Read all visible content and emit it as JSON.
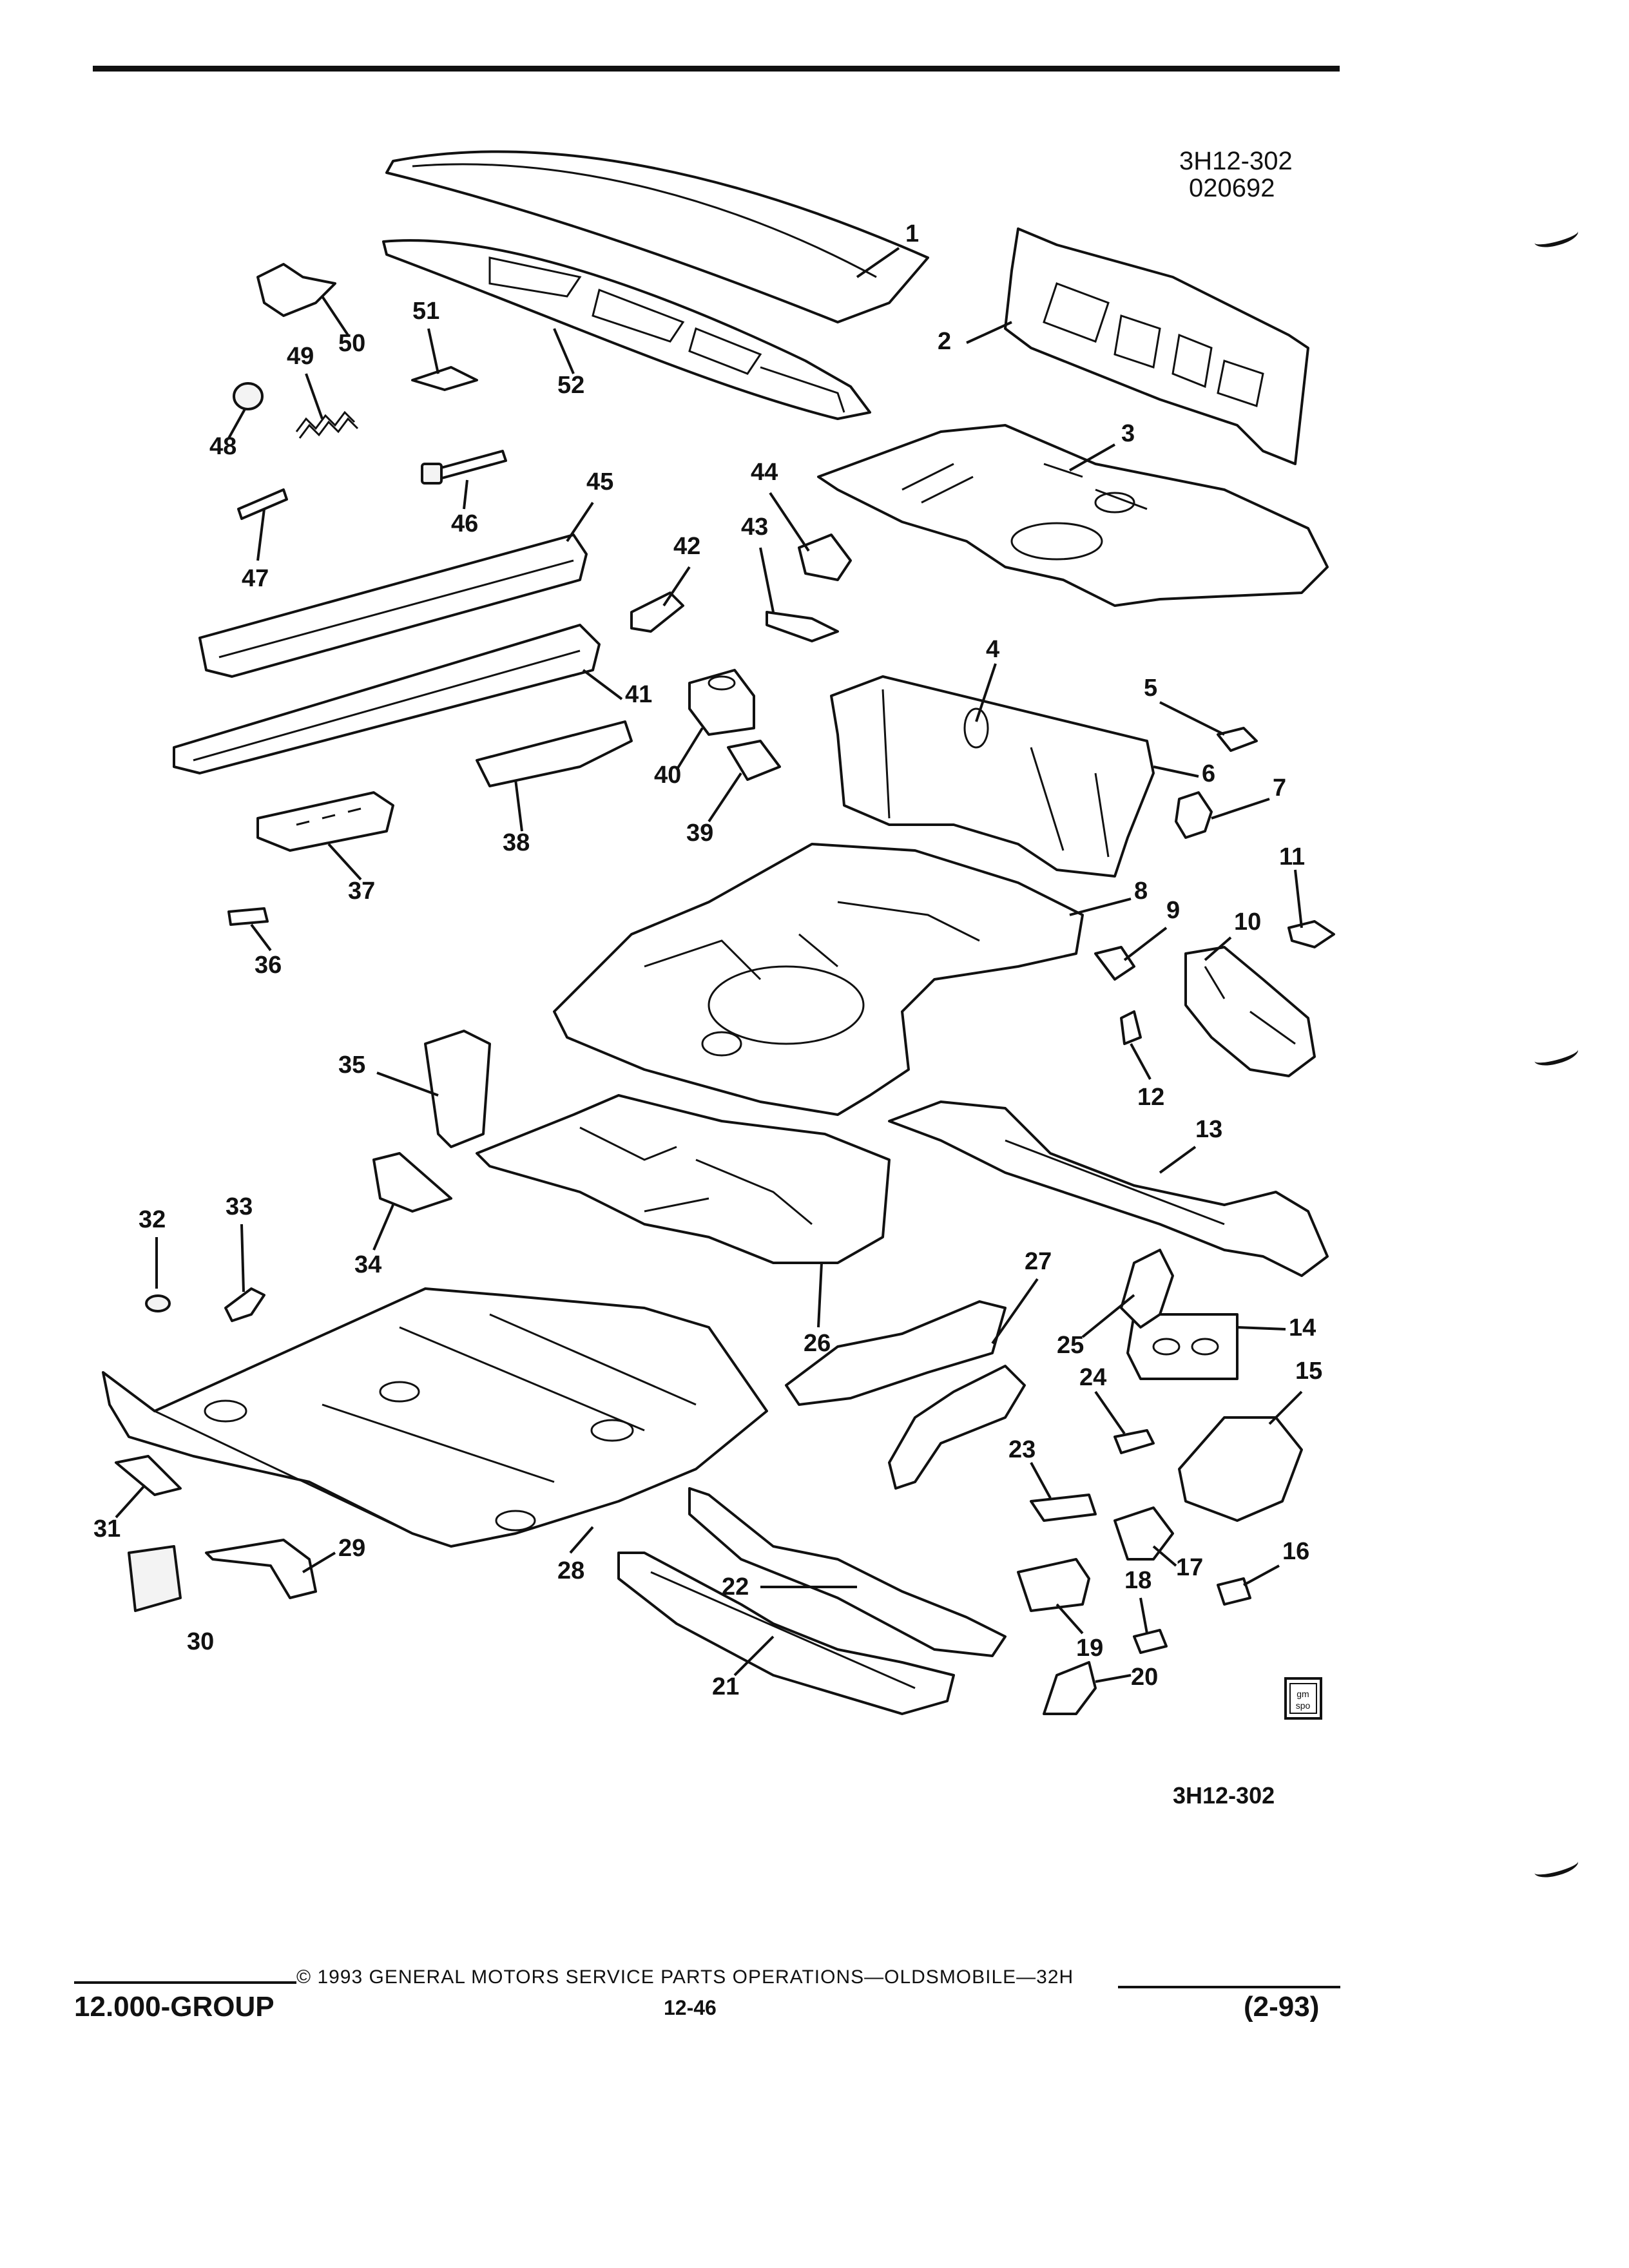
{
  "figure": {
    "id_top": "3H12-302",
    "date_code": "020692",
    "id_bottom": "3H12-302"
  },
  "callouts": [
    "1",
    "2",
    "3",
    "4",
    "5",
    "6",
    "7",
    "8",
    "9",
    "10",
    "11",
    "12",
    "13",
    "14",
    "15",
    "16",
    "17",
    "18",
    "19",
    "20",
    "21",
    "22",
    "23",
    "24",
    "25",
    "26",
    "27",
    "28",
    "29",
    "30",
    "31",
    "32",
    "33",
    "34",
    "35",
    "36",
    "37",
    "38",
    "39",
    "40",
    "41",
    "42",
    "43",
    "44",
    "45",
    "46",
    "47",
    "48",
    "49",
    "50",
    "51",
    "52"
  ],
  "footer": {
    "group": "12.000-GROUP",
    "copyright": "© 1993 GENERAL MOTORS SERVICE PARTS OPERATIONS—OLDSMOBILE—32H",
    "page": "12-46",
    "revision": "(2-93)"
  },
  "logo": {
    "line1": "gm",
    "line2": "spo"
  }
}
